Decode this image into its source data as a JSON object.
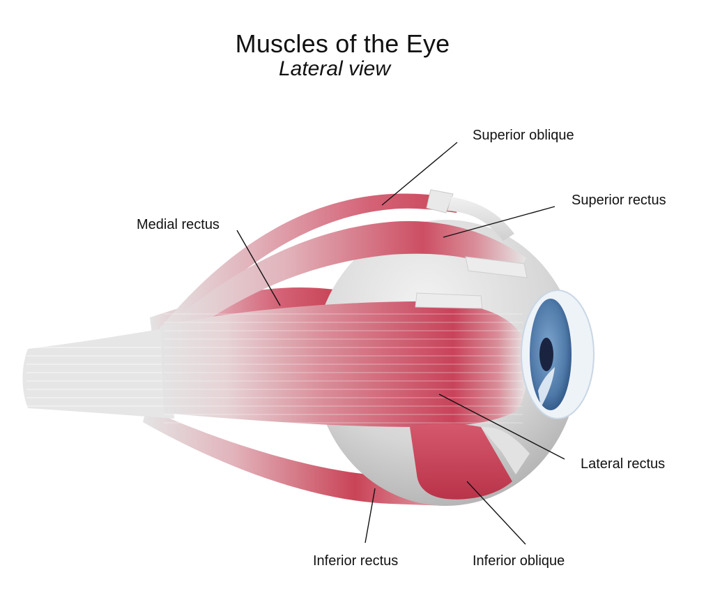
{
  "title": "Muscles of the Eye",
  "subtitle": "Lateral view",
  "labels": {
    "superior_oblique": "Superior oblique",
    "superior_rectus": "Superior rectus",
    "medial_rectus": "Medial rectus",
    "lateral_rectus": "Lateral rectus",
    "inferior_rectus": "Inferior rectus",
    "inferior_oblique": "Inferior oblique"
  },
  "colors": {
    "muscle": "#c94457",
    "muscle_light": "#e6a3ad",
    "tendon": "#e2e2e2",
    "sclera": "#d4d4d4",
    "iris": "#4f79a8",
    "pupil": "#1a2440",
    "leader_line": "#111111"
  }
}
